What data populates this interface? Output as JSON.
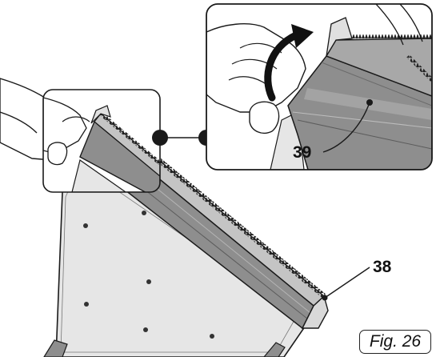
{
  "callouts": {
    "filter_cover": "39",
    "filter_strip": "38"
  },
  "figure_label": "Fig. 26",
  "colors": {
    "ink": "#1a1a1a",
    "panel_fill": "#e4e4e4",
    "filter_fill": "#8e8e8e",
    "filter_light": "#b9b9b9",
    "paper": "#ffffff"
  }
}
